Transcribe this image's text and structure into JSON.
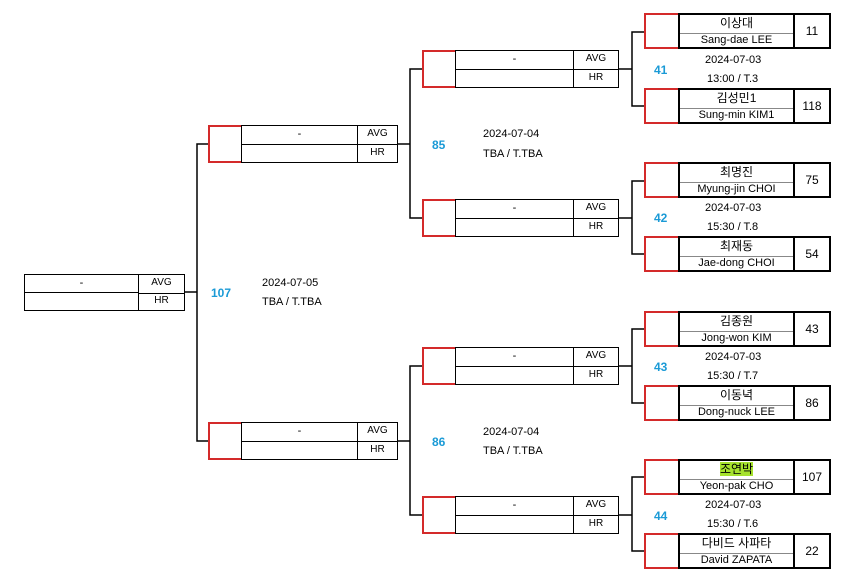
{
  "labels": {
    "avg": "AVG",
    "hr": "HR",
    "empty": "-"
  },
  "final": {
    "match_no": "107",
    "date": "2024-07-05",
    "time_table": "TBA / T.TBA"
  },
  "semis": [
    {
      "match_no": "85",
      "date": "2024-07-04",
      "time_table": "TBA / T.TBA"
    },
    {
      "match_no": "86",
      "date": "2024-07-04",
      "time_table": "TBA / T.TBA"
    }
  ],
  "quarters": [
    {
      "match_no": "41",
      "date": "2024-07-03",
      "time_table": "13:00 / T.3"
    },
    {
      "match_no": "42",
      "date": "2024-07-03",
      "time_table": "15:30 / T.8"
    },
    {
      "match_no": "43",
      "date": "2024-07-03",
      "time_table": "15:30 / T.7"
    },
    {
      "match_no": "44",
      "date": "2024-07-03",
      "time_table": "15:30 / T.6"
    }
  ],
  "players": [
    {
      "korean": "이상대",
      "english": "Sang-dae LEE",
      "seed": "11",
      "highlight": false
    },
    {
      "korean": "김성민1",
      "english": "Sung-min KIM1",
      "seed": "118",
      "highlight": false
    },
    {
      "korean": "최명진",
      "english": "Myung-jin CHOI",
      "seed": "75",
      "highlight": false
    },
    {
      "korean": "최재동",
      "english": "Jae-dong CHOI",
      "seed": "54",
      "highlight": false
    },
    {
      "korean": "김종원",
      "english": "Jong-won KIM",
      "seed": "43",
      "highlight": false
    },
    {
      "korean": "이동녁",
      "english": "Dong-nuck LEE",
      "seed": "86",
      "highlight": false
    },
    {
      "korean": "조연박",
      "english": "Yeon-pak CHO",
      "seed": "107",
      "highlight": true,
      "highlight_color": "#a6e22e"
    },
    {
      "korean": "다비드 사파타",
      "english": "David ZAPATA",
      "seed": "22",
      "highlight": false
    }
  ],
  "colors": {
    "accent_red": "#d42a2a",
    "match_number_blue": "#1a9ad6",
    "winner_highlight": "#a6e22e"
  }
}
